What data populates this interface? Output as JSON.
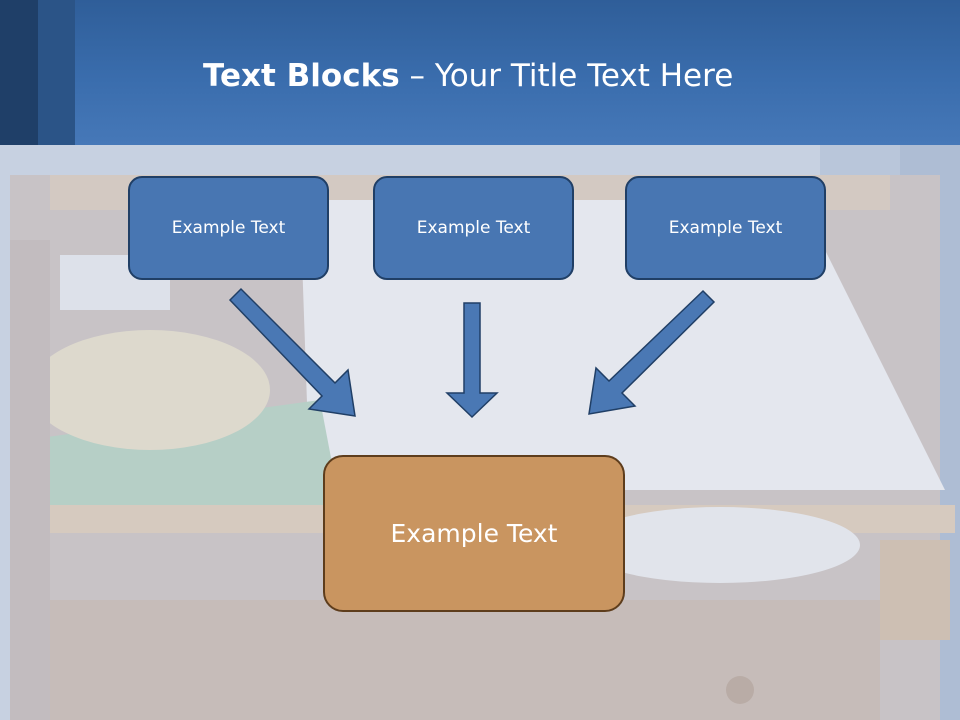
{
  "slide": {
    "title_bold": "Text Blocks",
    "title_rest": "– Your Title Text Here"
  },
  "blocks": {
    "top": [
      {
        "label": "Example Text"
      },
      {
        "label": "Example Text"
      },
      {
        "label": "Example Text"
      }
    ],
    "bottom": {
      "label": "Example Text"
    }
  },
  "colors": {
    "header": "#3a6dad",
    "block_blue": "#4876b2",
    "block_blue_border": "#203f66",
    "block_orange": "#c99560",
    "block_orange_border": "#5e3d1c",
    "arrow": "#4a78b4"
  }
}
